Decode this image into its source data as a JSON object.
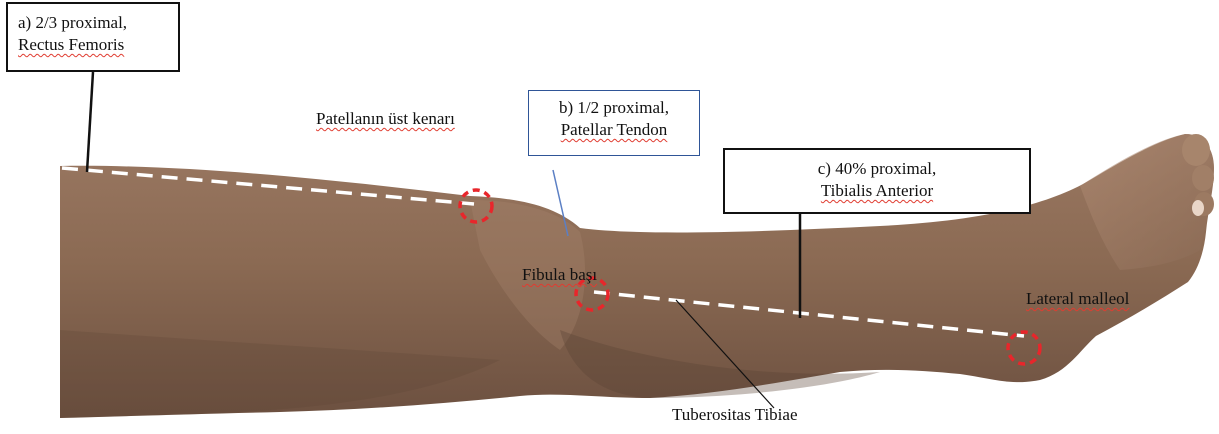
{
  "colors": {
    "skin": "#8b6a53",
    "skin_shadow": "#6f5240",
    "skin_highlight": "#a7856c",
    "marker_circle": "#e8262b",
    "dashed_line": "#ffffff",
    "box_b_border": "#2f5597",
    "pointer_b": "#5b7fc4"
  },
  "boxes": {
    "a": {
      "line1": "a) 2/3 proximal,",
      "line2": "Rectus Femoris"
    },
    "b": {
      "line1": "b) 1/2 proximal,",
      "line2": "Patellar Tendon"
    },
    "c": {
      "line1": "c) 40% proximal,",
      "line2": "Tibialis Anterior"
    }
  },
  "landmarks": {
    "patella": "Patellanın üst kenarı",
    "fibula": "Fibula başı",
    "malleol": "Lateral malleol",
    "tuberositas": "Tuberositas Tibiae"
  }
}
